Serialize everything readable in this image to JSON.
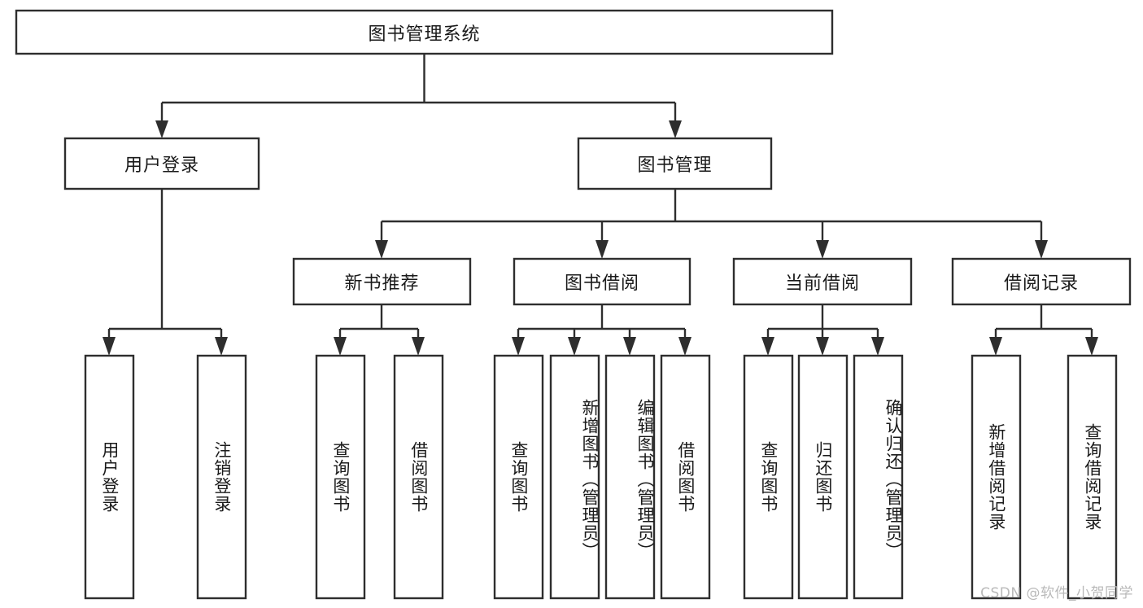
{
  "diagram": {
    "title": "图书管理系统",
    "type": "hierarchy-tree",
    "watermark": "CSDN @软件_小贺同学",
    "colors": {
      "stroke": "#2e2e2e",
      "box_fill": "#ffffff",
      "text": "#1a1a1a",
      "background": "#ffffff",
      "watermark": "#b9b9b9"
    },
    "root": {
      "label": "图书管理系统"
    },
    "level1": [
      {
        "label": "用户登录"
      },
      {
        "label": "图书管理"
      }
    ],
    "level2": [
      {
        "label": "新书推荐"
      },
      {
        "label": "图书借阅"
      },
      {
        "label": "当前借阅"
      },
      {
        "label": "借阅记录"
      }
    ],
    "leaves": {
      "user_login": [
        {
          "label": "用户登录"
        },
        {
          "label": "注销登录"
        }
      ],
      "new_book_recommend": [
        {
          "label": "查询图书"
        },
        {
          "label": "借阅图书"
        }
      ],
      "book_borrow": [
        {
          "label": "查询图书"
        },
        {
          "label": "新增图书（管理员）"
        },
        {
          "label": "编辑图书（管理员）"
        },
        {
          "label": "借阅图书"
        }
      ],
      "current_borrow": [
        {
          "label": "查询图书"
        },
        {
          "label": "归还图书"
        },
        {
          "label": "确认归还（管理员）"
        }
      ],
      "borrow_record": [
        {
          "label": "新增借阅记录"
        },
        {
          "label": "查询借阅记录"
        }
      ]
    }
  }
}
